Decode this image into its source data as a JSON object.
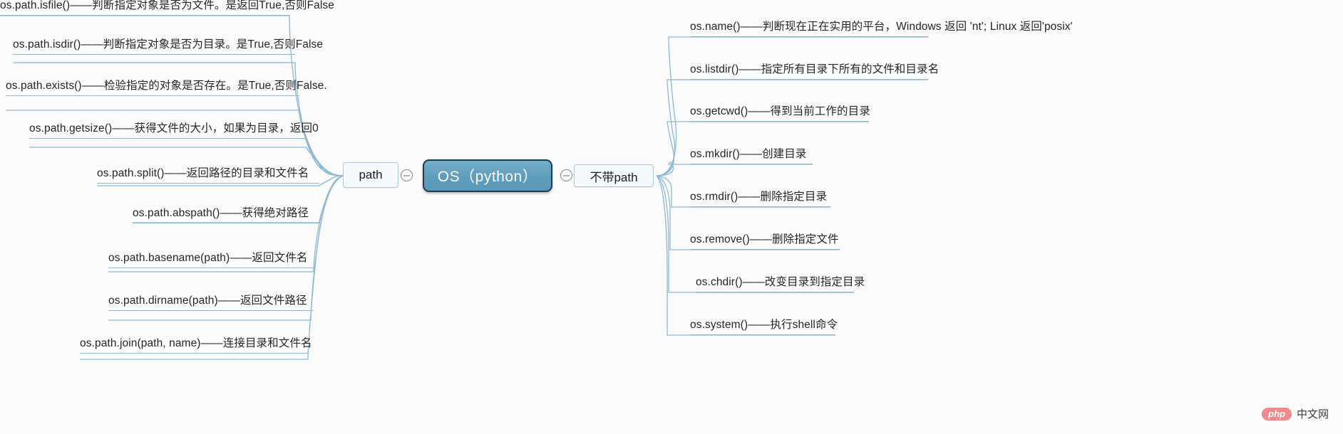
{
  "root": {
    "label": "OS（python）"
  },
  "branches": [
    {
      "label": "path",
      "side": "left"
    },
    {
      "label": "不带path",
      "side": "right"
    }
  ],
  "path_children": [
    {
      "label": "os.path.isfile()——判断指定对象是否为文件。是返回True,否则False"
    },
    {
      "label": "os.path.isdir()——判断指定对象是否为目录。是True,否则False"
    },
    {
      "label": "os.path.exists()——检验指定的对象是否存在。是True,否则False."
    },
    {
      "label": "os.path.getsize()——获得文件的大小，如果为目录，返回0"
    },
    {
      "label": "os.path.split()——返回路径的目录和文件名"
    },
    {
      "label": "os.path.abspath()——获得绝对路径"
    },
    {
      "label": "os.path.basename(path)——返回文件名"
    },
    {
      "label": "os.path.dirname(path)——返回文件路径"
    },
    {
      "label": "os.path.join(path, name)——连接目录和文件名"
    }
  ],
  "nopath_children": [
    {
      "label": "os.name()——判断现在正在实用的平台，Windows 返回 'nt'; Linux 返回'posix'"
    },
    {
      "label": "os.listdir()——指定所有目录下所有的文件和目录名"
    },
    {
      "label": "os.getcwd()——得到当前工作的目录"
    },
    {
      "label": "os.mkdir()——创建目录"
    },
    {
      "label": "os.rmdir()——删除指定目录"
    },
    {
      "label": "os.remove()——删除指定文件"
    },
    {
      "label": "os.chdir()——改变目录到指定目录"
    },
    {
      "label": "os.system()——执行shell命令"
    }
  ],
  "watermark": {
    "badge": "php",
    "text": "中文网"
  },
  "colors": {
    "root_fill": "#5f9dbd",
    "root_border": "#1f3d4f",
    "branch_fill": "#f6fafc",
    "branch_border": "#a9cade",
    "link": "#8cb8d4",
    "underline": "#8cb8d4",
    "text": "#262626",
    "background": "#fbfbfb"
  }
}
